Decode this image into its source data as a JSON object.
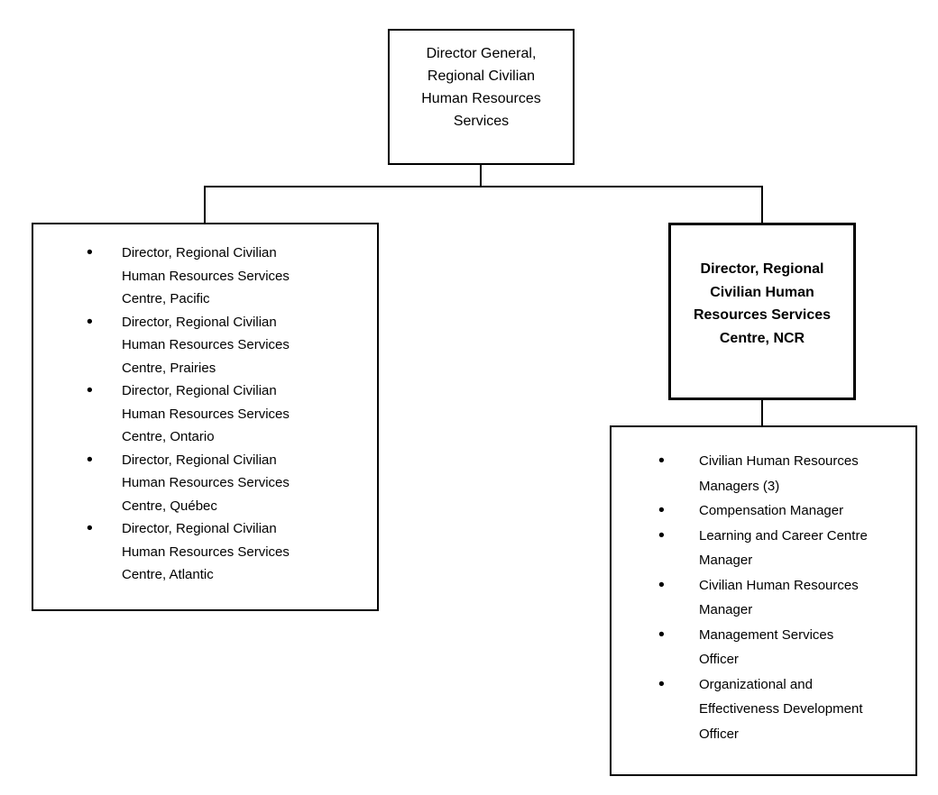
{
  "bullet_glyph": "•",
  "colors": {
    "line": "#000000",
    "text": "#000000",
    "background": "#ffffff"
  },
  "org_chart": {
    "root": {
      "label": "Director General, Regional Civilian Human Resources Services"
    },
    "ncr_director": {
      "label": "Director, Regional Civilian Human Resources Services Centre, NCR"
    },
    "regional_directors": {
      "items": [
        "Director, Regional Civilian Human Resources Services Centre, Pacific",
        "Director, Regional Civilian Human Resources Services Centre, Prairies",
        "Director, Regional Civilian Human Resources Services Centre, Ontario",
        "Director, Regional Civilian Human Resources Services Centre, Québec",
        "Director, Regional Civilian Human Resources Services Centre, Atlantic"
      ]
    },
    "ncr_staff": {
      "items": [
        "Civilian Human Resources Managers (3)",
        "Compensation Manager",
        "Learning and Career Centre Manager",
        "Civilian Human Resources Manager",
        "Management Services Officer",
        "Organizational and Effectiveness Development Officer"
      ]
    }
  }
}
